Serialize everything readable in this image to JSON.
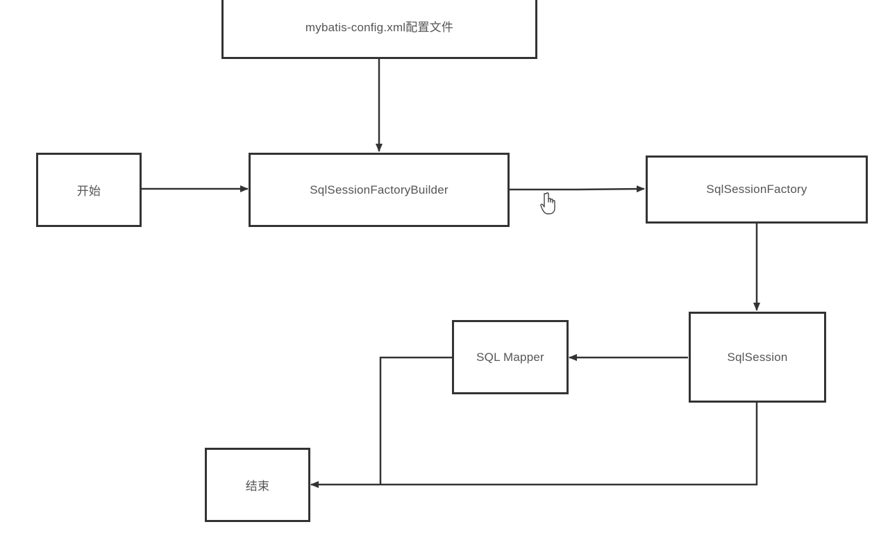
{
  "diagram": {
    "title": "MyBatis execution flow",
    "colors": {
      "stroke": "#333333",
      "text": "#555555",
      "background": "#ffffff"
    },
    "nodes": {
      "config": {
        "label": "mybatis-config.xml配置文件"
      },
      "start": {
        "label": "开始"
      },
      "builder": {
        "label": "SqlSessionFactoryBuilder"
      },
      "factory": {
        "label": "SqlSessionFactory"
      },
      "session": {
        "label": "SqlSession"
      },
      "mapper": {
        "label": "SQL Mapper"
      },
      "end": {
        "label": "结束"
      }
    },
    "edges": [
      {
        "from": "config",
        "to": "builder"
      },
      {
        "from": "start",
        "to": "builder"
      },
      {
        "from": "builder",
        "to": "factory"
      },
      {
        "from": "factory",
        "to": "session"
      },
      {
        "from": "session",
        "to": "mapper"
      },
      {
        "from": "mapper",
        "to": "end"
      },
      {
        "from": "session",
        "to": "end"
      }
    ],
    "cursor": {
      "icon": "hand-pointer-icon"
    }
  }
}
